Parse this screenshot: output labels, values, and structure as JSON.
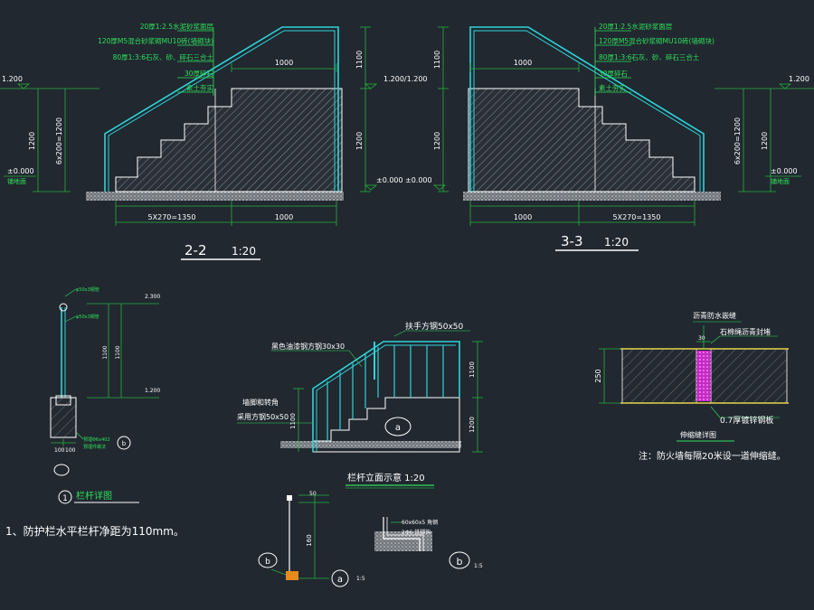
{
  "colors": {
    "background": "#212830",
    "dimension": "#27b13a",
    "annotation": "#2fe05a",
    "outline": "#ffffff",
    "railing": "#2fd3d8",
    "hatch": "#8a8f96",
    "magenta": "#e040e0",
    "yellow": "#e6d34a",
    "orange": "#e68a1e"
  },
  "section_22": {
    "title": "2-2",
    "scale": "1:20",
    "layers": [
      "20厚1:2.5水泥砂浆面层",
      "120厚M5混合砂浆砌MU10砖(墙砌块)",
      "80厚1:3:6石灰、砂、碎石三合土",
      "30厚碎石",
      "素土夯实"
    ],
    "dim_top": "1000",
    "dim_rail": "1100",
    "dim_height": "1200",
    "dim_steps_v": "6x200=1200",
    "dim_bottom_left": "5X270=1350",
    "dim_bottom_right": "1000",
    "level_top": "1.200",
    "level_zero_left": "±0.000",
    "level_zero_right": "±0.000",
    "ground_note": "铺地面",
    "level_right_pair": "1.200/1.200"
  },
  "section_33": {
    "title": "3-3",
    "scale": "1:20",
    "layers": [
      "20厚1:2.5水泥砂浆面层",
      "120厚M5混合砂浆砌MU10砖(墙砌块)",
      "80厚1:3:6石灰、砂、碎石三合土",
      "30厚碎石",
      "素土夯实"
    ],
    "dim_top": "1000",
    "dim_rail": "1100",
    "dim_height": "1200",
    "dim_steps_v": "6x200=1200",
    "dim_bottom_left": "1000",
    "dim_bottom_right": "5X270=1350",
    "level_top_right": "1.200",
    "level_zero_left": "±0.000",
    "level_zero_right": "±0.000",
    "ground_note": "铺地面"
  },
  "detail_1": {
    "marker": "1",
    "title": "栏杆详图",
    "label_top_pipe": "φ50x3钢管",
    "label_mid_pipe": "φ50x3钢管",
    "level_top": "2.300",
    "level_bottom": "1.200",
    "dim_a": "1100",
    "dim_b": "1100",
    "label_bolt": "预埋Φ6x402",
    "label_plate": "预埋件做法",
    "ref_b": "b",
    "dim_w1": "100",
    "dim_w2": "100"
  },
  "elevation": {
    "label_handrail": "扶手方钢50x50",
    "label_post": "黑色油漆钢方钢30x30",
    "label_bottom1": "墙脚和转角",
    "label_bottom2": "采用方钢50x50",
    "dim_1100": "1100",
    "dim_1200": "1200",
    "dim_1100b": "1100",
    "ref_a": "a",
    "title": "栏杆立面示意 1:20"
  },
  "joint": {
    "label_top": "沥青防水嵌缝",
    "label_right1": "石棉绳沥青封堵",
    "label_right2": "0.7厚镀锌钢板",
    "dim_250": "250",
    "dim_30": "30",
    "title": "伸缩缝详图",
    "note": "注：防火墙每隔20米设一道伸缩缝。"
  },
  "detail_a": {
    "ref": "a",
    "scale": "1:5",
    "dim_160": "160",
    "dim_50": "50",
    "label_b": "b"
  },
  "detail_b": {
    "ref": "b",
    "scale": "1:5",
    "label_steel": "60x60x5 角钢",
    "label_anchor": "2Φ6 铁脚钩"
  },
  "general_note": "1、防护栏水平栏杆净距为110mm。"
}
